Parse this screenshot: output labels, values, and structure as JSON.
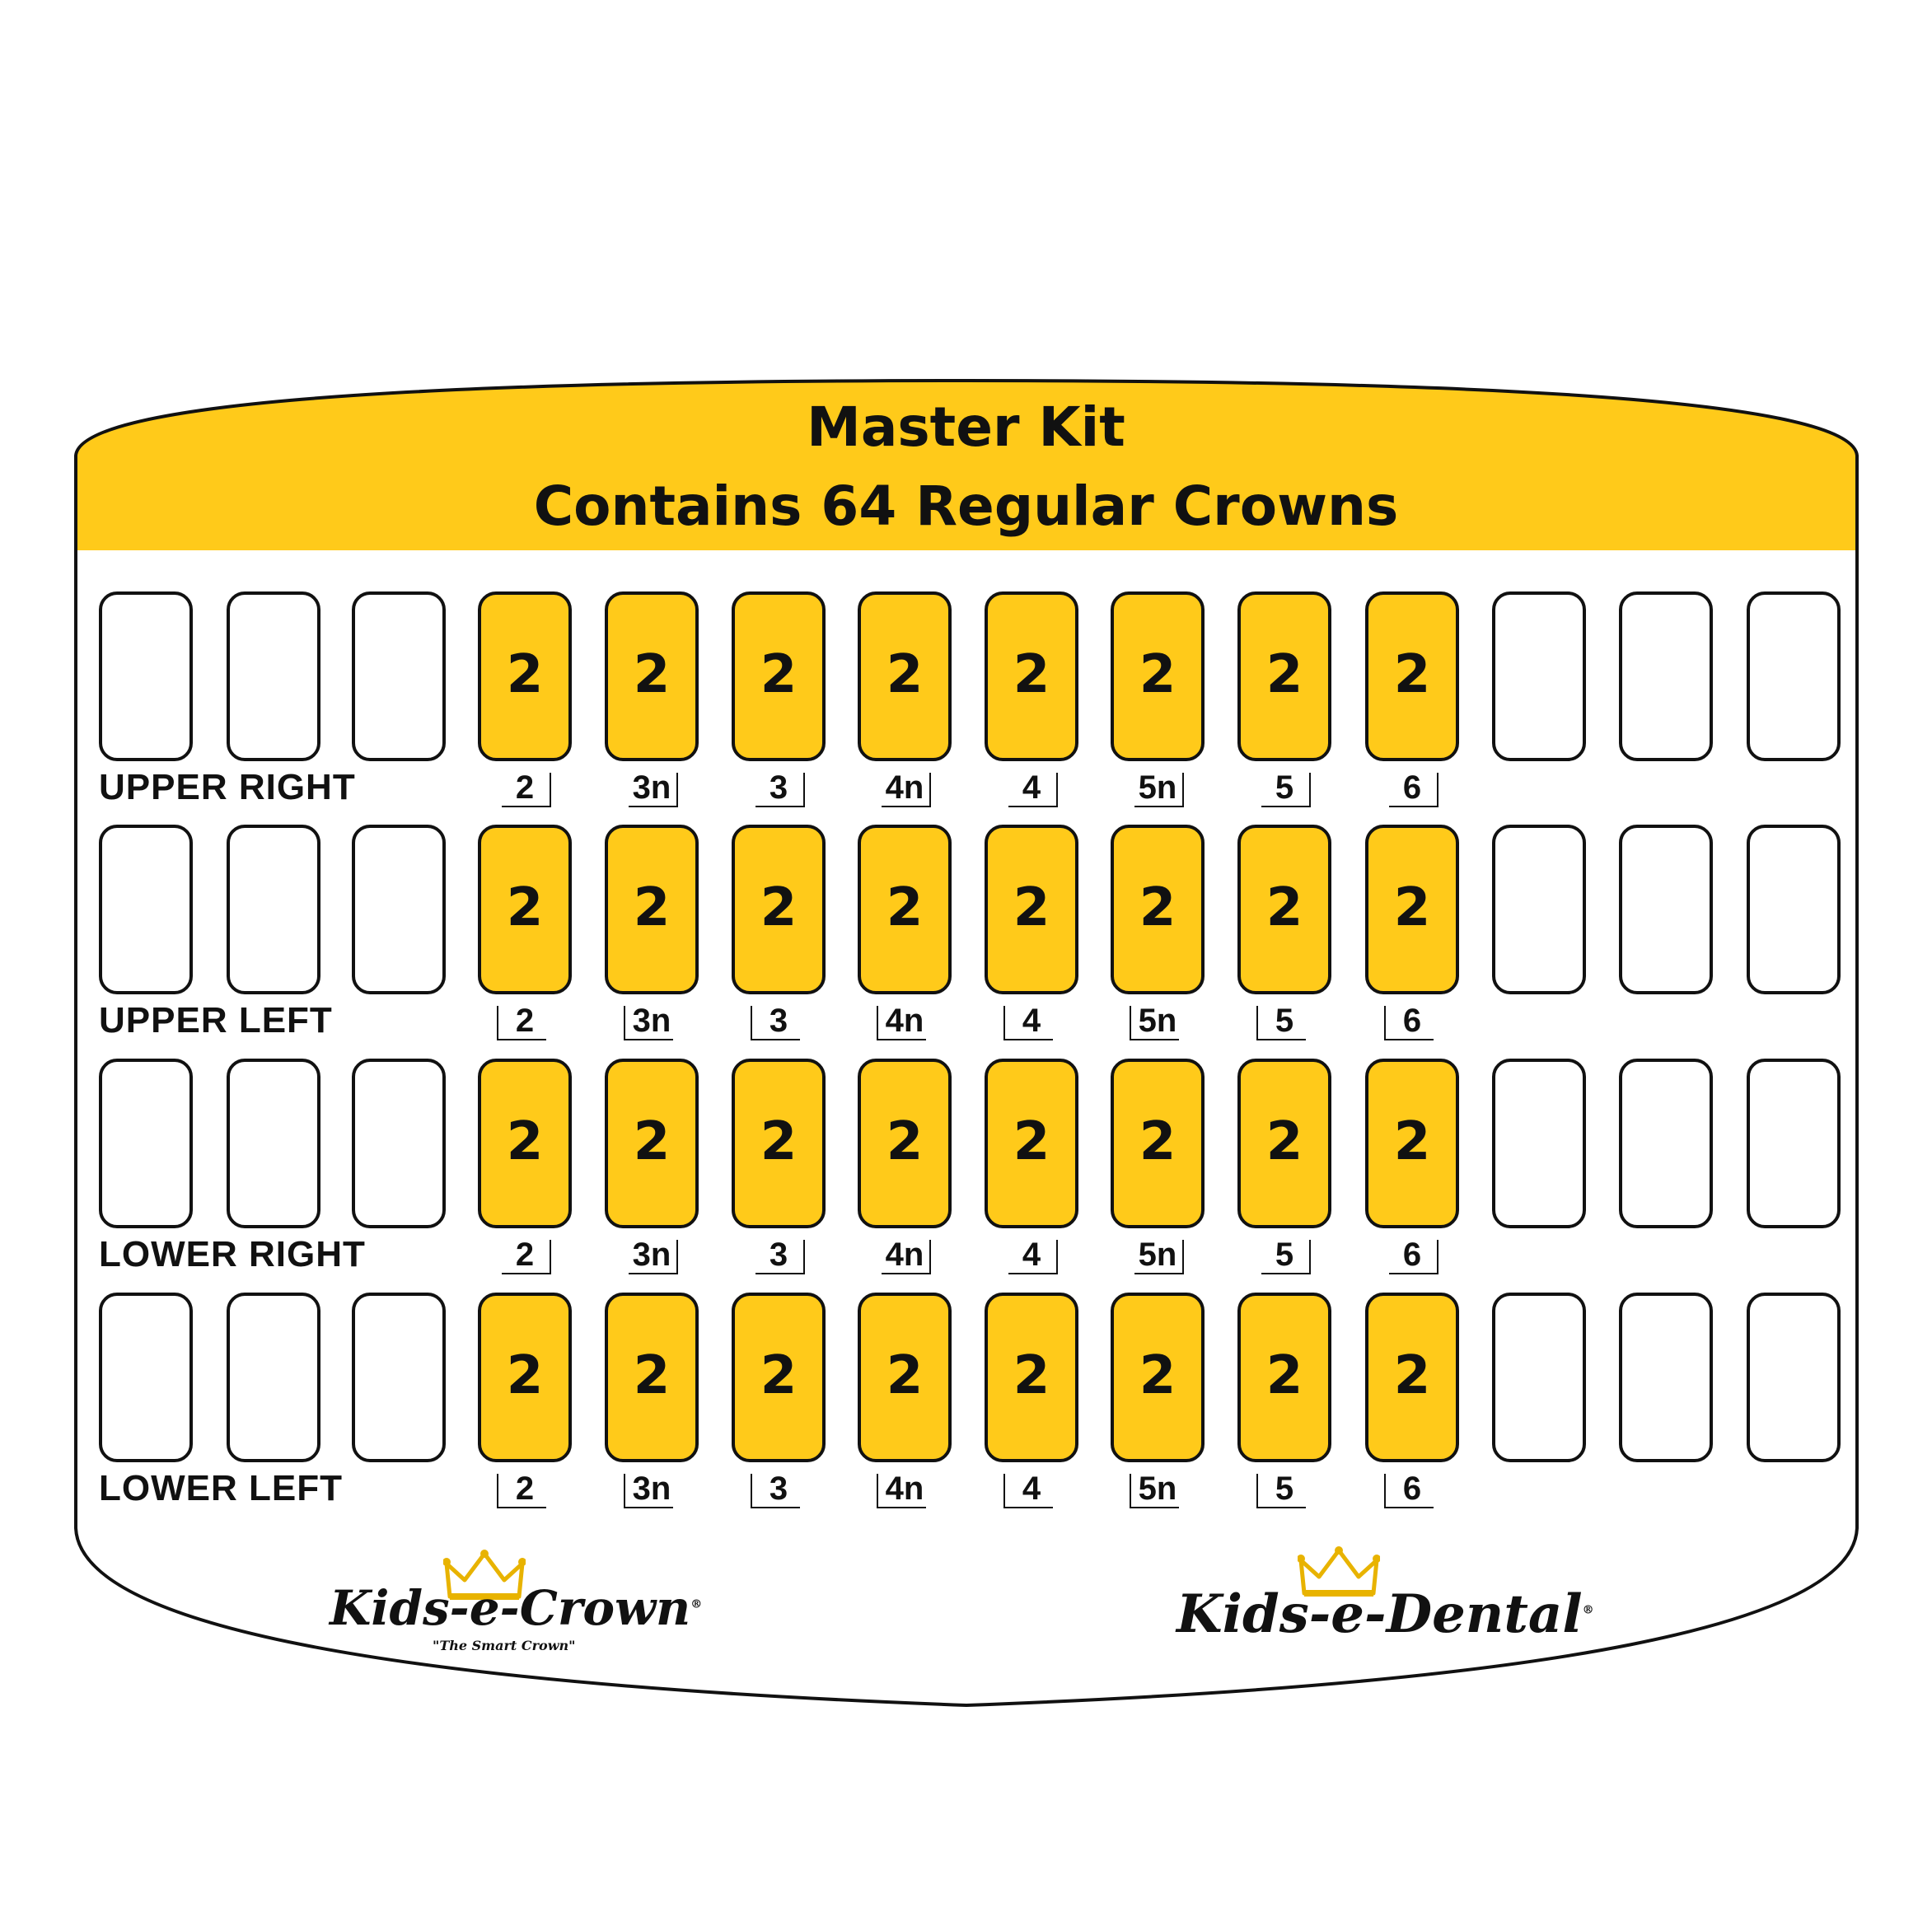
{
  "header": {
    "title": "Master Kit",
    "subtitle": "Contains 64 Regular Crowns"
  },
  "colors": {
    "accent": "#FFCA1A",
    "outline": "#111111",
    "background": "#ffffff"
  },
  "rows": [
    {
      "label": "UPPER RIGHT",
      "slots": [
        "",
        "",
        "",
        "2",
        "2",
        "2",
        "2",
        "2",
        "2",
        "2",
        "2",
        "",
        "",
        ""
      ],
      "sizes": [
        "2",
        "3n",
        "3",
        "4n",
        "4",
        "5n",
        "5",
        "6"
      ]
    },
    {
      "label": "UPPER LEFT",
      "slots": [
        "",
        "",
        "",
        "2",
        "2",
        "2",
        "2",
        "2",
        "2",
        "2",
        "2",
        "",
        "",
        ""
      ],
      "sizes": [
        "2",
        "3n",
        "3",
        "4n",
        "4",
        "5n",
        "5",
        "6"
      ]
    },
    {
      "label": "LOWER RIGHT",
      "slots": [
        "",
        "",
        "",
        "2",
        "2",
        "2",
        "2",
        "2",
        "2",
        "2",
        "2",
        "",
        "",
        ""
      ],
      "sizes": [
        "2",
        "3n",
        "3",
        "4n",
        "4",
        "5n",
        "5",
        "6"
      ]
    },
    {
      "label": "LOWER LEFT",
      "slots": [
        "",
        "",
        "",
        "2",
        "2",
        "2",
        "2",
        "2",
        "2",
        "2",
        "2",
        "",
        "",
        ""
      ],
      "sizes": [
        "2",
        "3n",
        "3",
        "4n",
        "4",
        "5n",
        "5",
        "6"
      ]
    }
  ],
  "logos": {
    "left": {
      "text_a": "Kids-",
      "text_e": "e",
      "text_b": "-Crown",
      "tagline": "\"The Smart Crown\"",
      "icon": "crown-icon"
    },
    "right": {
      "text_a": "Kids-",
      "text_e": "e",
      "text_b": "-Dental",
      "icon": "crown-icon"
    }
  }
}
